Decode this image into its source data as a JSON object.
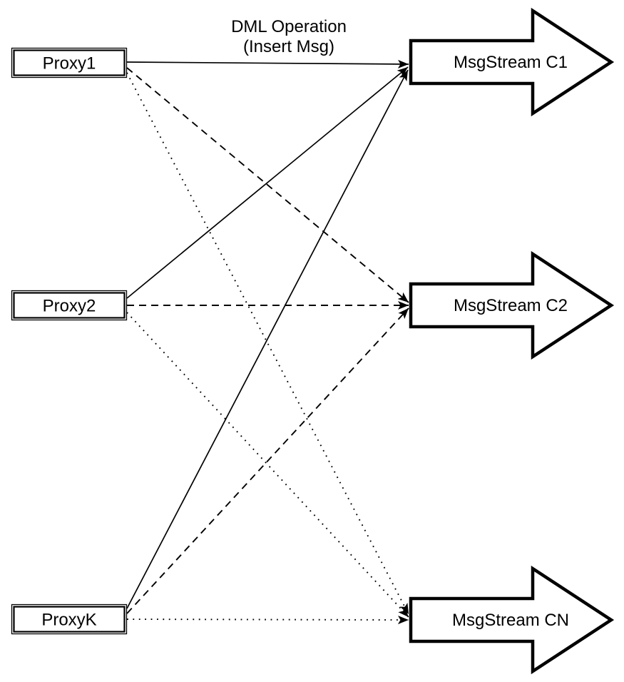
{
  "diagram": {
    "title_label": {
      "line1": "DML Operation",
      "line2": "(Insert Msg)"
    },
    "colors": {
      "stroke": "#000000",
      "fill": "#ffffff",
      "background": "#ffffff"
    },
    "proxies": [
      {
        "label": "Proxy1"
      },
      {
        "label": "Proxy2"
      },
      {
        "label": "ProxyK"
      }
    ],
    "streams": [
      {
        "label": "MsgStream C1"
      },
      {
        "label": "MsgStream C2"
      },
      {
        "label": "MsgStream CN"
      }
    ],
    "edges": [
      {
        "from": "Proxy1",
        "to": "MsgStream C1",
        "style": "solid"
      },
      {
        "from": "Proxy1",
        "to": "MsgStream C2",
        "style": "dashed"
      },
      {
        "from": "Proxy1",
        "to": "MsgStream CN",
        "style": "dotted"
      },
      {
        "from": "Proxy2",
        "to": "MsgStream C1",
        "style": "solid"
      },
      {
        "from": "Proxy2",
        "to": "MsgStream C2",
        "style": "dashed"
      },
      {
        "from": "Proxy2",
        "to": "MsgStream CN",
        "style": "dotted"
      },
      {
        "from": "ProxyK",
        "to": "MsgStream C1",
        "style": "solid"
      },
      {
        "from": "ProxyK",
        "to": "MsgStream C2",
        "style": "dashed"
      },
      {
        "from": "ProxyK",
        "to": "MsgStream CN",
        "style": "dotted"
      }
    ]
  }
}
